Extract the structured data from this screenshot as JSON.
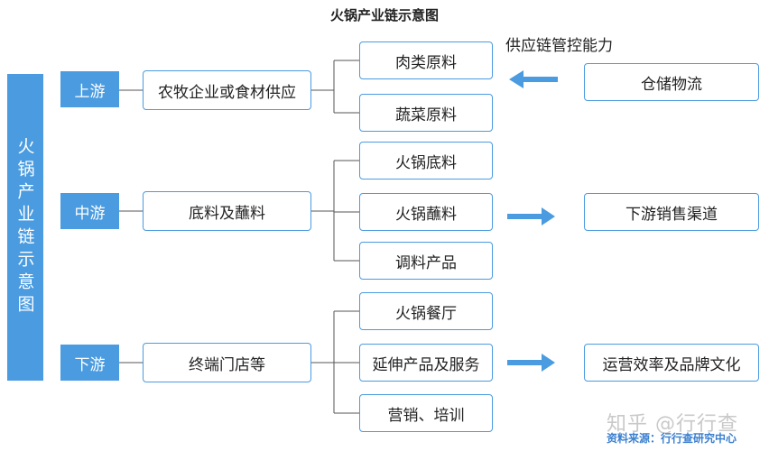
{
  "title": "火锅产业链示意图",
  "side_label": "火锅产业链示意图",
  "stages": {
    "upstream": "上游",
    "midstream": "中游",
    "downstream": "下游"
  },
  "categories": {
    "upstream": "农牧企业或食材供应",
    "midstream": "底料及蘸料",
    "downstream": "终端门店等"
  },
  "items": {
    "meat": "肉类原料",
    "vegetables": "蔬菜原料",
    "hotpot_base": "火锅底料",
    "dipping_sauce": "火锅蘸料",
    "seasoning": "调料产品",
    "restaurant": "火锅餐厅",
    "extended": "延伸产品及服务",
    "marketing": "营销、培训"
  },
  "right": {
    "caption": "供应链管控能力",
    "storage": "仓储物流",
    "channels": "下游销售渠道",
    "efficiency": "运营效率及品牌文化"
  },
  "colors": {
    "accent": "#4a9be0",
    "line": "#555555"
  },
  "watermark": "知乎 @行行查",
  "source": "资料来源：行行查研究中心"
}
